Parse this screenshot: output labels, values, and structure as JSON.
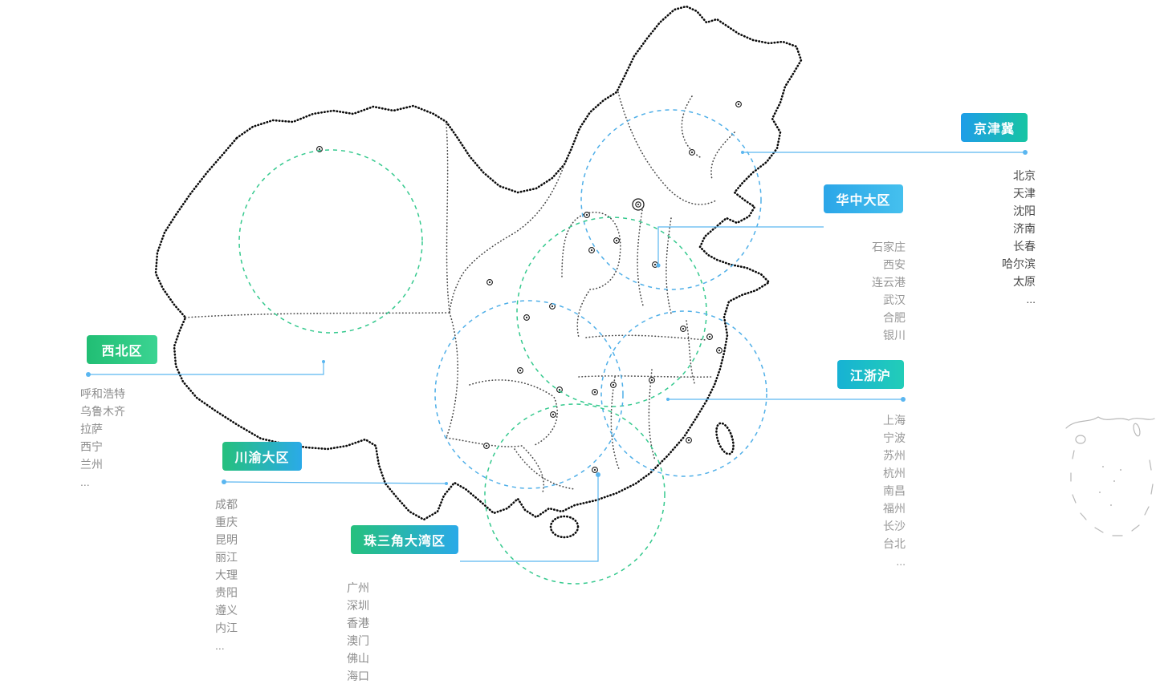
{
  "page": {
    "background": "#ffffff",
    "description_name": "china-network-regions-map"
  },
  "regions": [
    {
      "id": "jingjinji",
      "label": "京津冀",
      "accent_from": "#1E9DE8",
      "accent_to": "#17C5A3",
      "circle_color": "#4FAFE8",
      "cities": [
        "北京",
        "天津",
        "沈阳",
        "济南",
        "长春",
        "哈尔滨",
        "太原",
        "..."
      ]
    },
    {
      "id": "huazhong",
      "label": "华中大区",
      "accent_from": "#2BA6E8",
      "accent_to": "#45C0EE",
      "circle_color": "#35C98E",
      "cities": [
        "石家庄",
        "西安",
        "连云港",
        "武汉",
        "合肥",
        "银川"
      ]
    },
    {
      "id": "xibei",
      "label": "西北区",
      "accent_from": "#21BE74",
      "accent_to": "#3BD492",
      "circle_color": "#35C98E",
      "cities": [
        "呼和浩特",
        "乌鲁木齐",
        "拉萨",
        "西宁",
        "兰州",
        "..."
      ]
    },
    {
      "id": "chuanyu",
      "label": "川渝大区",
      "accent_from": "#25C07D",
      "accent_to": "#2BAAE8",
      "circle_color": "#4FAFE8",
      "cities": [
        "成都",
        "重庆",
        "昆明",
        "丽江",
        "大理",
        "贵阳",
        "遵义",
        "内江",
        "..."
      ]
    },
    {
      "id": "zhusanjiao",
      "label": "珠三角大湾区",
      "accent_from": "#25C07D",
      "accent_to": "#2BAAE8",
      "circle_color": "#35C98E",
      "cities": [
        "广州",
        "深圳",
        "香港",
        "澳门",
        "佛山",
        "海口",
        "..."
      ]
    },
    {
      "id": "jiangzhehu",
      "label": "江浙沪",
      "accent_from": "#17B2D4",
      "accent_to": "#22CDB8",
      "circle_color": "#4FAFE8",
      "cities": [
        "上海",
        "宁波",
        "苏州",
        "杭州",
        "南昌",
        "福州",
        "长沙",
        "台北",
        "..."
      ]
    }
  ],
  "icons": {
    "city_marker": "concentric-circle-marker",
    "connector_dot": "small-filled-dot"
  },
  "colors": {
    "map_outline": "#0a0a0a",
    "map_interior": "#2b2b2b",
    "circle_blue": "#4FAFE8",
    "circle_green": "#35C98E",
    "connector": "#5AB6F0",
    "inset_gray": "#b8b8b8"
  }
}
